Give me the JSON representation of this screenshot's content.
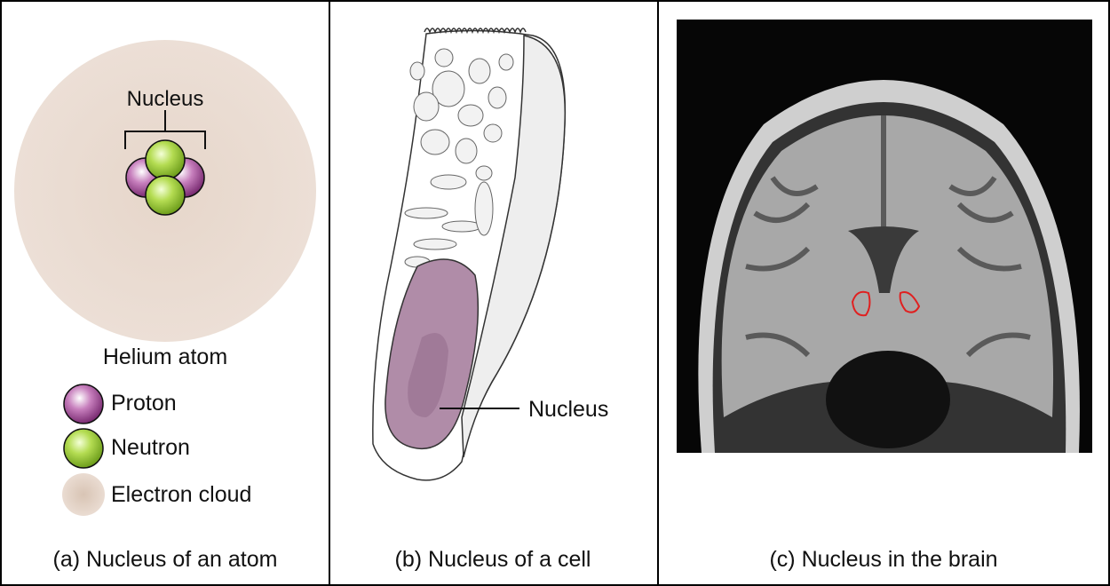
{
  "panel_a": {
    "nucleus_label": "Nucleus",
    "atom_label": "Helium atom",
    "legend": [
      {
        "label": "Proton",
        "color": "#a4549a"
      },
      {
        "label": "Neutron",
        "color": "#9ccc3c"
      },
      {
        "label": "Electron cloud",
        "color": "#dcc8b8"
      }
    ],
    "caption": "(a) Nucleus of an atom"
  },
  "panel_b": {
    "nucleus_label": "Nucleus",
    "nucleus_color": "#b08ca8",
    "caption": "(b) Nucleus of a cell"
  },
  "panel_c": {
    "highlight_color": "#e02020",
    "caption": "(c) Nucleus in the brain"
  }
}
